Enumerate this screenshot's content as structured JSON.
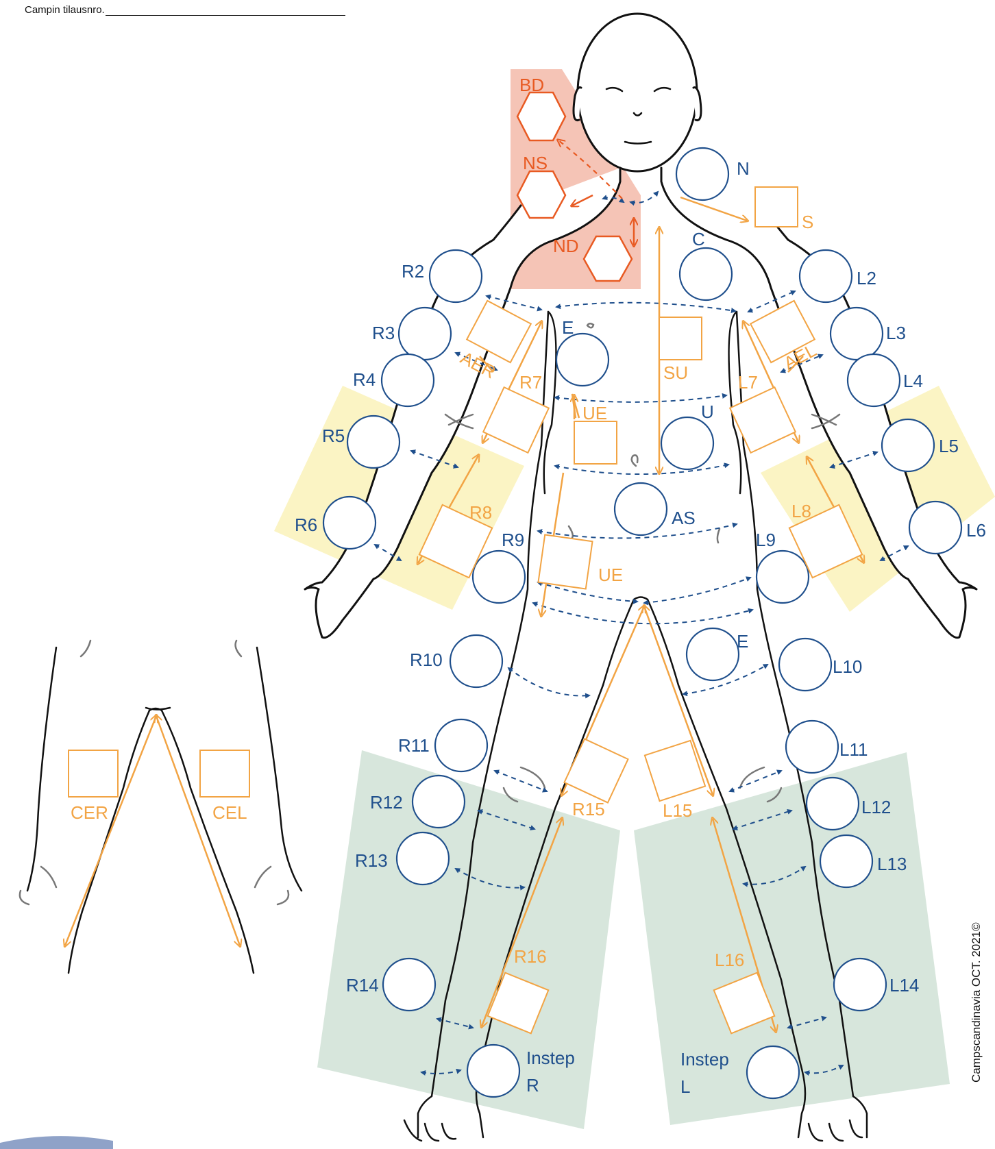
{
  "header": {
    "order_label": "Campin tilausnro."
  },
  "copyright": "Campscandinavia OCT. 2021©",
  "colors": {
    "measure_circle": "#1f4f8c",
    "measure_square": "#f2a444",
    "neck_hexagon": "#e85a22",
    "neck_zone": "#f5c4b6",
    "arm_zone": "#fbf4c4",
    "leg_zone": "#d7e6dc"
  },
  "labels": {
    "circles": {
      "n": "N",
      "c": "C",
      "e": "E",
      "u": "U",
      "as": "AS",
      "e_lower": "E",
      "r2": "R2",
      "r3": "R3",
      "r4": "R4",
      "r5": "R5",
      "r6": "R6",
      "r9": "R9",
      "r10": "R10",
      "r11": "R11",
      "r12": "R12",
      "r13": "R13",
      "r14": "R14",
      "l2": "L2",
      "l3": "L3",
      "l4": "L4",
      "l5": "L5",
      "l6": "L6",
      "l9": "L9",
      "l10": "L10",
      "l11": "L11",
      "l12": "L12",
      "l13": "L13",
      "l14": "L14",
      "instep_r_1": "Instep",
      "instep_r_2": "R",
      "instep_l_1": "Instep",
      "instep_l_2": "L"
    },
    "squares": {
      "s": "S",
      "su": "SU",
      "ue": "UE",
      "ue_lower": "UE",
      "aer": "AER",
      "ael": "AEL",
      "r7": "R7",
      "l7": "L7",
      "r8": "R8",
      "l8": "L8",
      "r15": "R15",
      "l15": "L15",
      "r16": "R16",
      "l16": "L16",
      "cer": "CER",
      "cel": "CEL"
    },
    "hexagons": {
      "bd": "BD",
      "ns": "NS",
      "nd": "ND"
    }
  }
}
